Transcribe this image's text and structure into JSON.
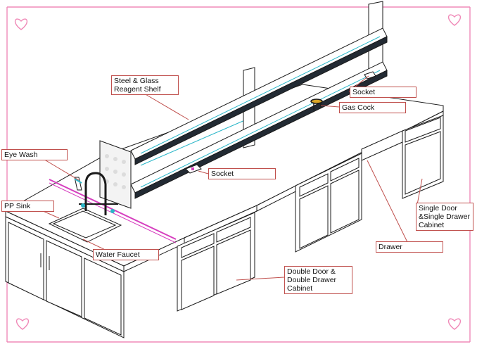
{
  "colors": {
    "frame": "#f08ab8",
    "callout_border": "#c0504d",
    "leader": "#c0504d",
    "line": "#1a1a1a",
    "cyan_edge": "#29b6c8",
    "magenta_edge": "#d63fbf",
    "shelf_dark": "#222a33"
  },
  "labels": {
    "reagent_shelf": "Steel & Glass\nReagent Shelf",
    "eye_wash": "Eye Wash",
    "pp_sink": "PP Sink",
    "water_faucet": "Water Faucet",
    "socket_top": "Socket",
    "gas_cock": "Gas Cock",
    "socket_mid": "Socket",
    "single_door": "Single Door\n&Single Drawer\nCabinet",
    "drawer": "Drawer",
    "double_door": "Double Door &\nDouble Drawer\nCabinet"
  }
}
